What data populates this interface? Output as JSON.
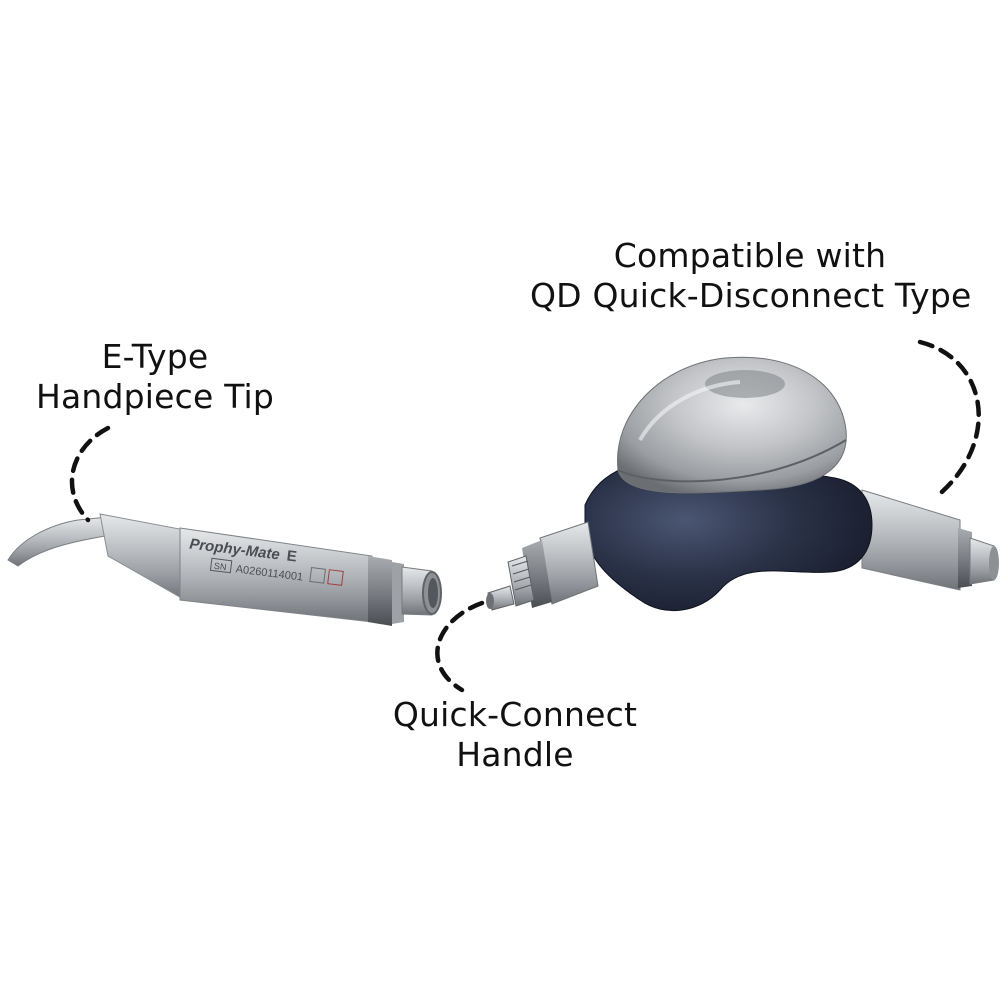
{
  "labels": {
    "etype": {
      "line1": "E-Type",
      "line2": "Handpiece Tip"
    },
    "quick_connect": {
      "line1": "Quick-Connect",
      "line2": "Handle"
    },
    "compatible": {
      "line1": "Compatible with",
      "line2": "QD Quick-Disconnect Type"
    }
  },
  "engraving": {
    "brand": "Prophy-Mate",
    "sn_label": "SN",
    "serial": "A0260114001"
  },
  "colors": {
    "background": "#ffffff",
    "text": "#111111",
    "metal": "#b9bcc0",
    "handle": "#2a3248"
  }
}
